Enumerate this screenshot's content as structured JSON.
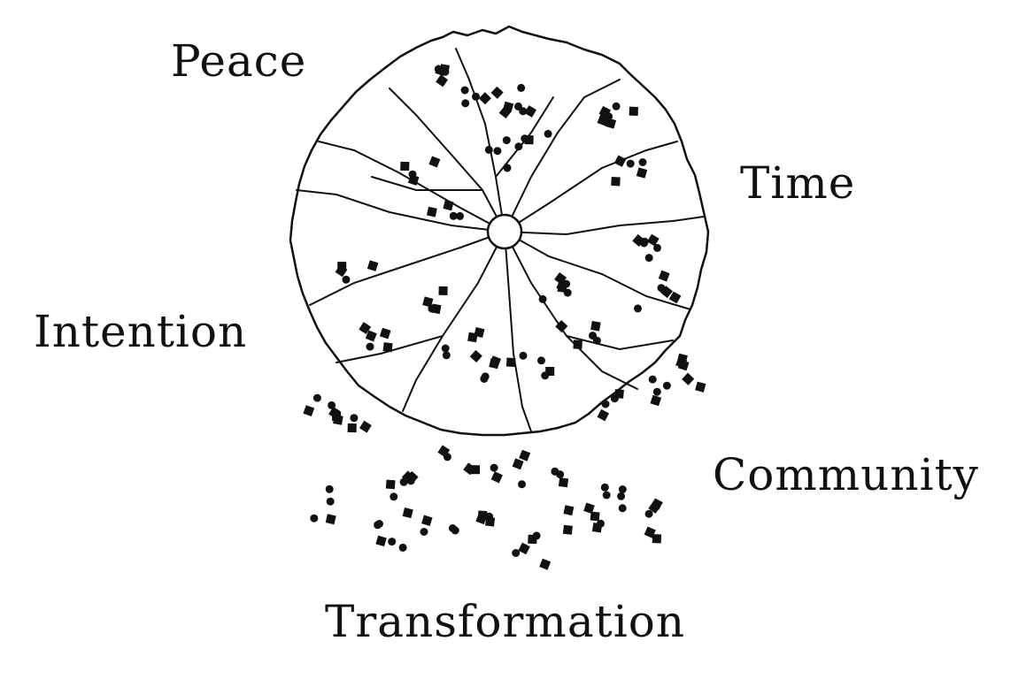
{
  "words": {
    "peace": "Peace",
    "time": "Time",
    "intention": "Intention",
    "community": "Community",
    "transformation": "Transformation"
  },
  "colors": {
    "ink": "#111111",
    "background": "#ffffff"
  }
}
